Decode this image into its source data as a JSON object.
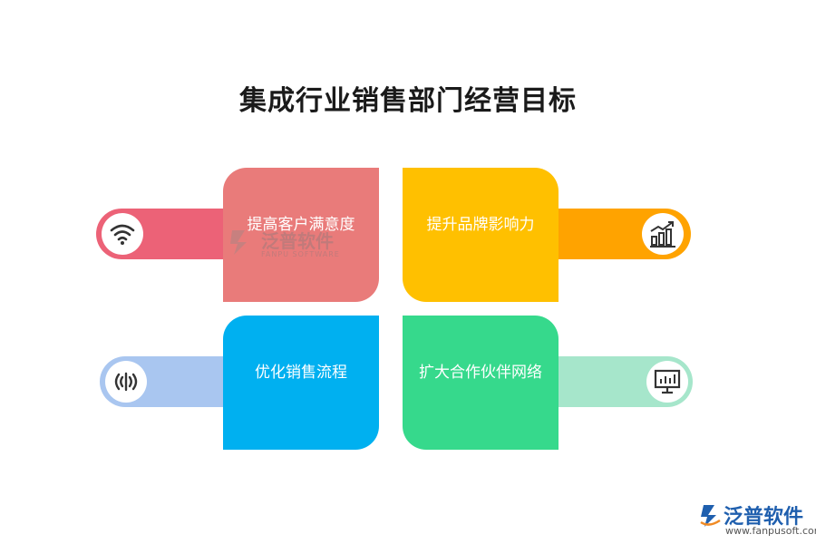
{
  "title": "集成行业销售部门经营目标",
  "items": [
    {
      "label": "提高客户满意度",
      "card_color": "#E97B7A",
      "bar_color": "#EC6277",
      "icon": "wifi-icon"
    },
    {
      "label": "提升品牌影响力",
      "card_color": "#FFC000",
      "bar_color": "#FFA300",
      "icon": "bar-chart-icon"
    },
    {
      "label": "优化销售流程",
      "card_color": "#00B0F0",
      "bar_color": "#A9C6F0",
      "icon": "broadcast-icon"
    },
    {
      "label": "扩大合作伙伴网络",
      "card_color": "#36D98C",
      "bar_color": "#A6E6CB",
      "icon": "monitor-chart-icon"
    }
  ],
  "watermark": {
    "name": "泛普软件",
    "sub": "FANPU SOFTWARE"
  },
  "logo": {
    "name": "泛普软件",
    "url": "www.fanpusoft.com"
  }
}
